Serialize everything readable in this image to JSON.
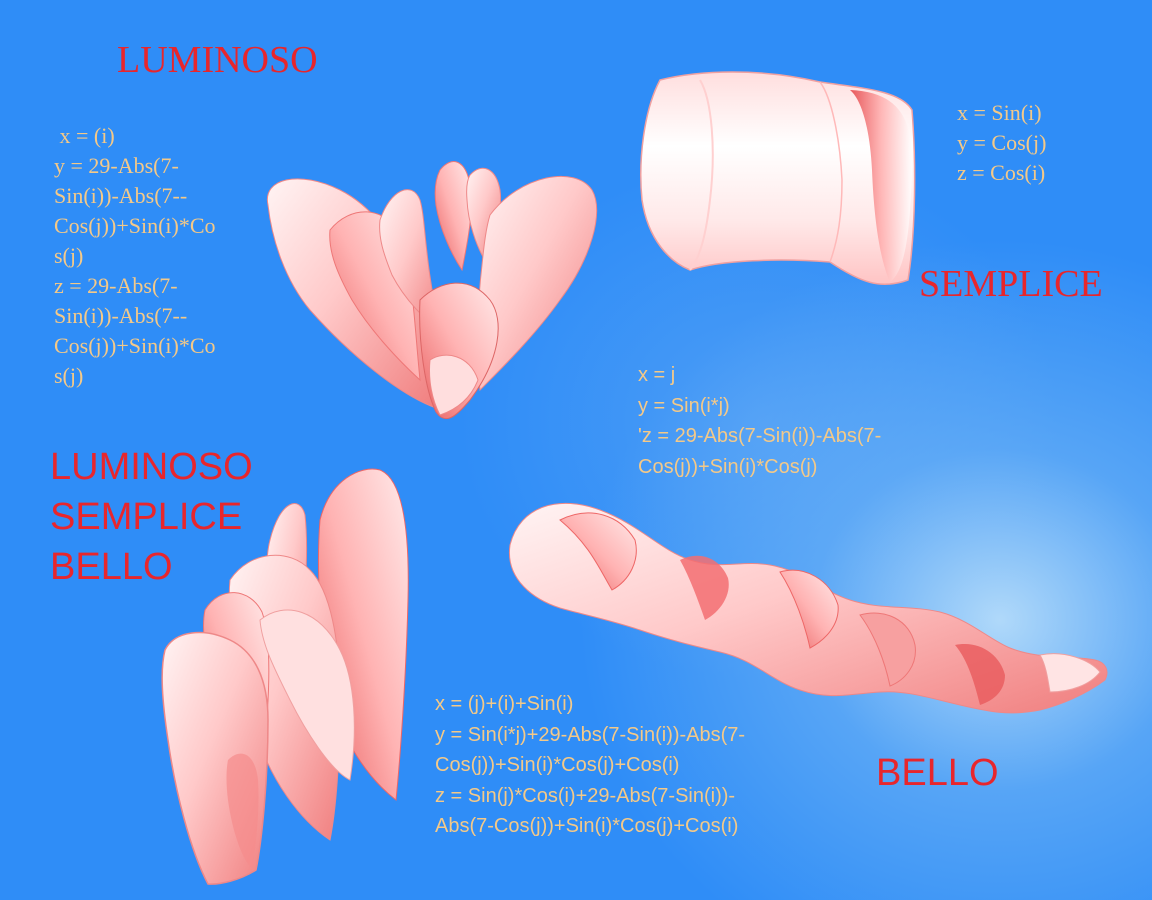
{
  "labels": {
    "luminoso": "LUMINOSO",
    "semplice": "SEMPLICE",
    "bello": "BELLO",
    "combo": [
      "LUMINOSO",
      "SEMPLICE",
      "BELLO"
    ]
  },
  "formulas": {
    "luminoso": [
      " x = (i)",
      "y = 29-Abs(7-",
      "Sin(i))-Abs(7--",
      "Cos(j))+Sin(i)*Co",
      "s(j)",
      "z = 29-Abs(7-",
      "Sin(i))-Abs(7--",
      "Cos(j))+Sin(i)*Co",
      "s(j)"
    ],
    "semplice": [
      "x = Sin(i)",
      "y = Cos(j)",
      "z = Cos(i)"
    ],
    "middle": [
      "x = j",
      "y = Sin(i*j)",
      "'z = 29-Abs(7-Sin(i))-Abs(7-",
      "Cos(j))+Sin(i)*Cos(j)"
    ],
    "bottom": [
      "x = (j)+(i)+Sin(i)",
      "y = Sin(i*j)+29-Abs(7-Sin(i))-Abs(7-",
      "Cos(j))+Sin(i)*Cos(j)+Cos(i)",
      "z = Sin(j)*Cos(i)+29-Abs(7-Sin(i))-",
      "Abs(7-Cos(j))+Sin(i)*Cos(j)+Cos(i)"
    ]
  },
  "colors": {
    "background": "#2f8df7",
    "title_red": "#e8262c",
    "formula_text": "#f4c988",
    "surface_pink": "#ffc7c7"
  }
}
